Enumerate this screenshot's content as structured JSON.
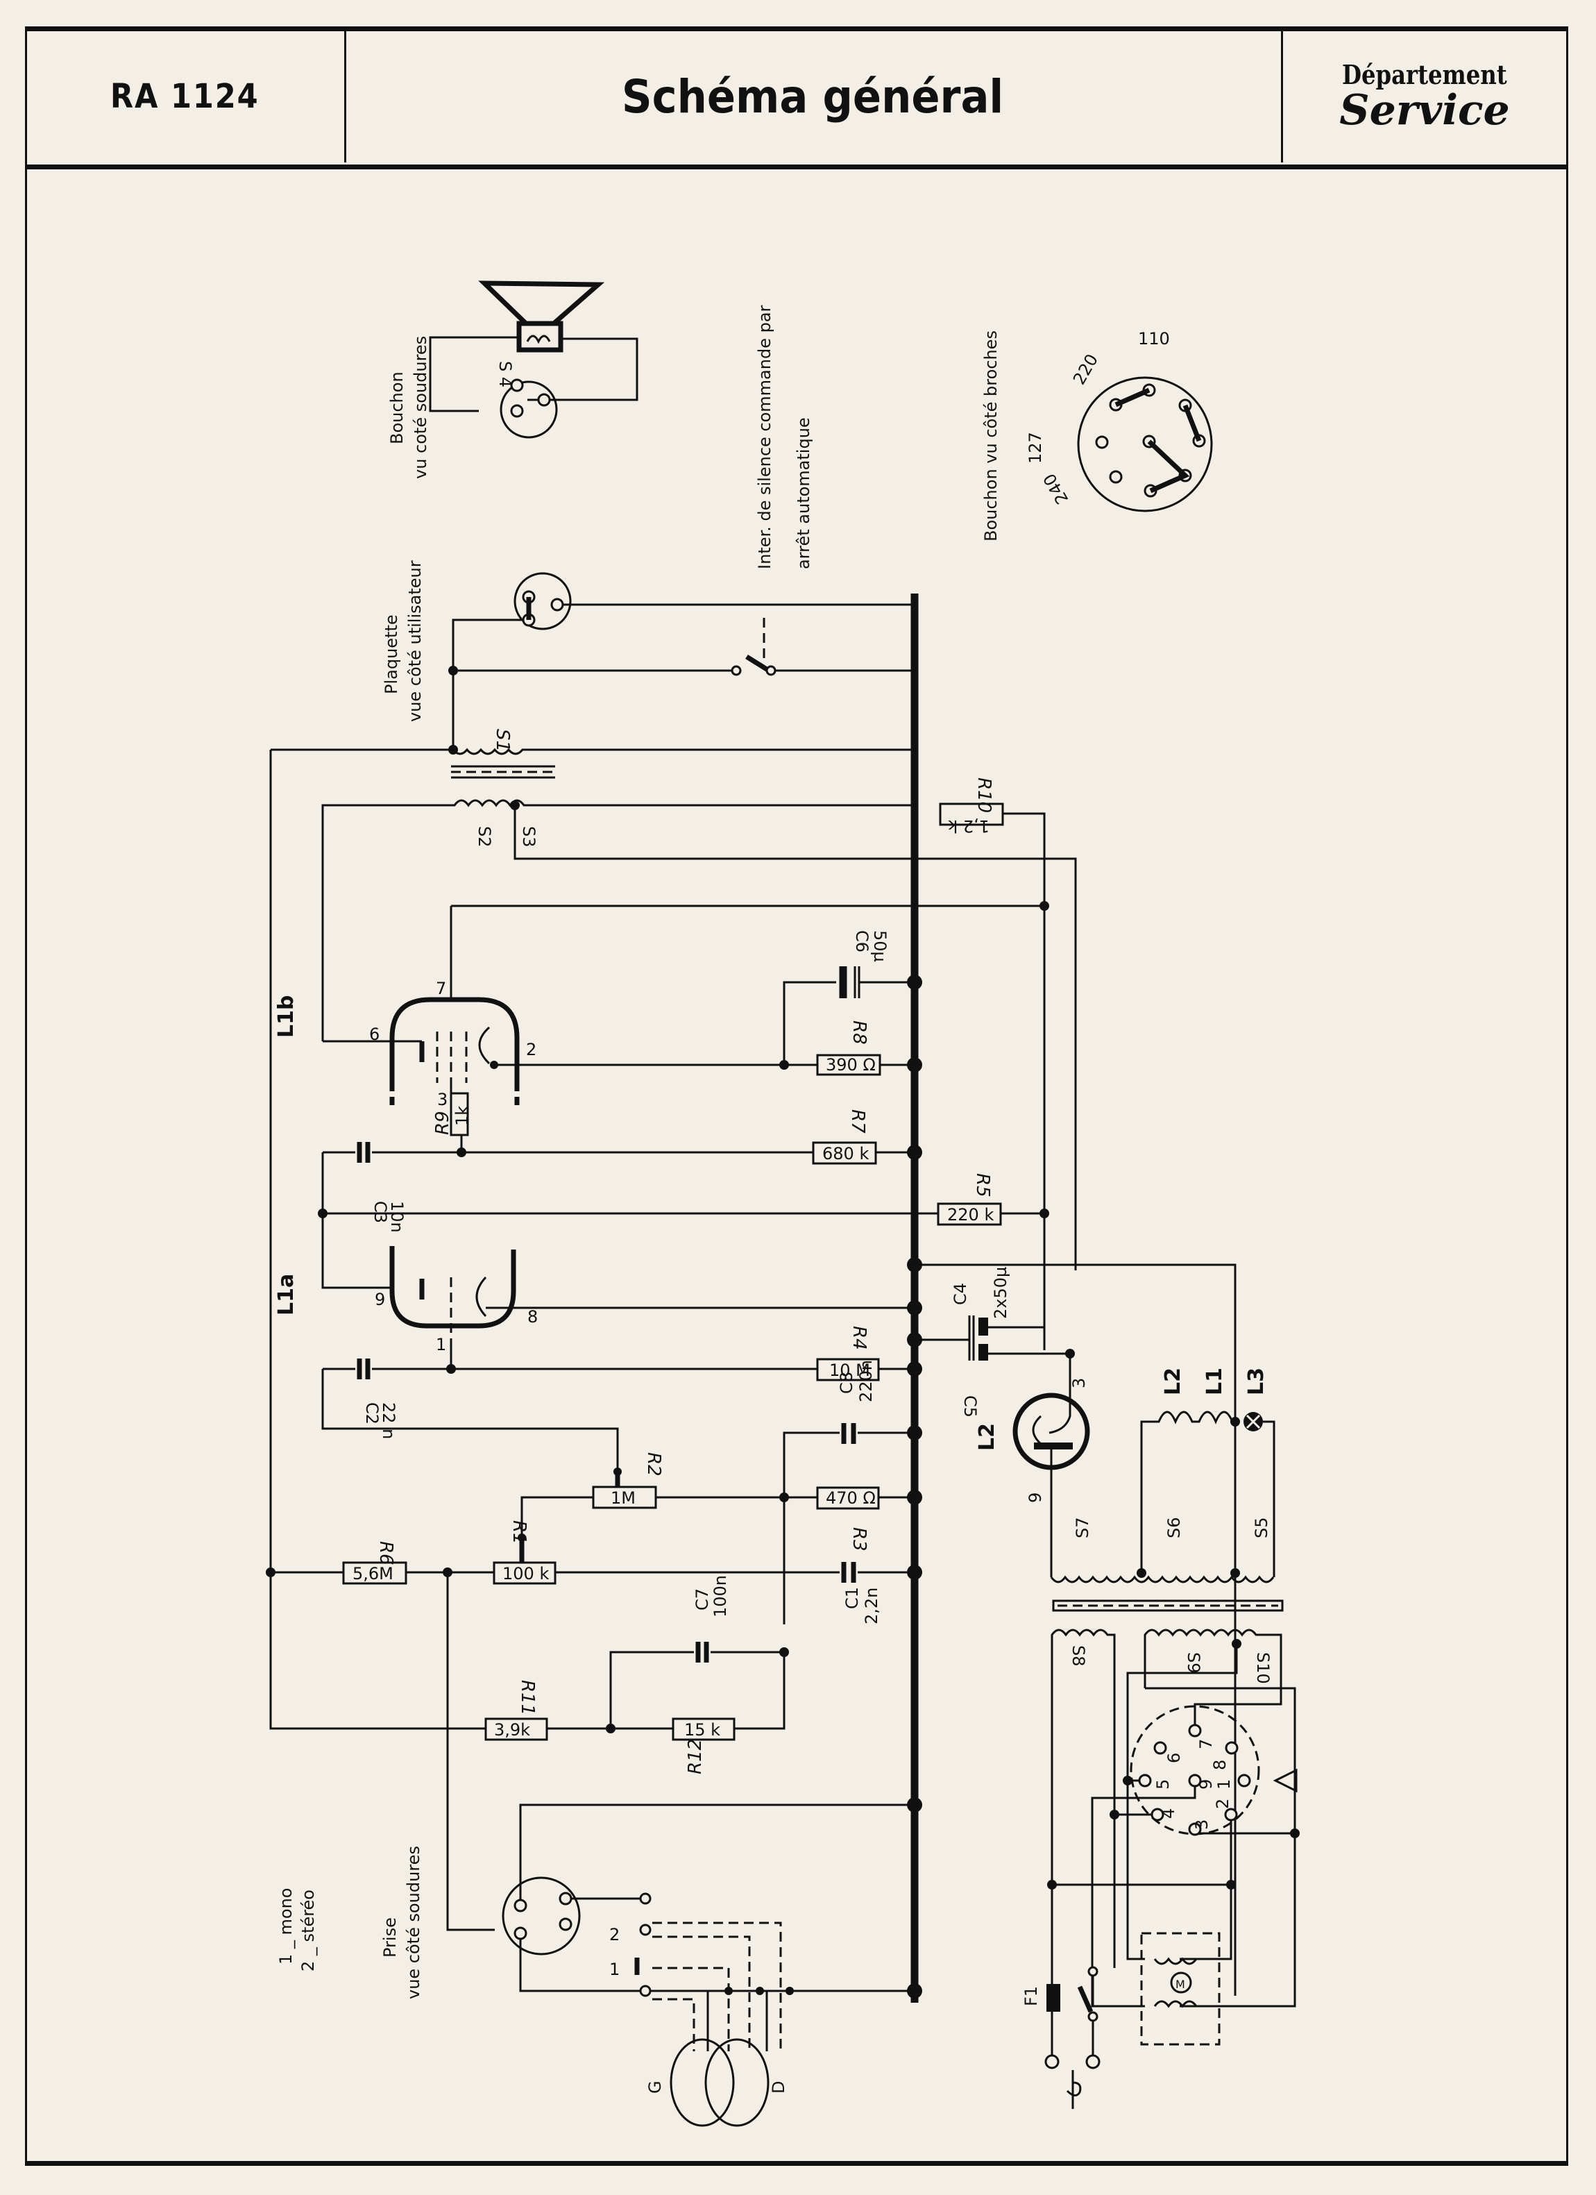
{
  "header": {
    "model": "RA 1124",
    "title": "Schéma général",
    "department_line1": "Département",
    "department_line2": "Service"
  },
  "annotations": {
    "speaker_plug": [
      "Bouchon",
      "vu coté soudures"
    ],
    "speaker_winding": "S 4",
    "output_plate": [
      "Plaquette",
      "vue côté utilisateur"
    ],
    "mute_switch": [
      "Inter. de silence commande par",
      "arrêt automatique"
    ],
    "mains_plug": "Bouchon vu côté broches",
    "input_socket": [
      "Prise",
      "vue côté soudures"
    ],
    "mode_legend": [
      "1 _ mono",
      "2 _ stéréo"
    ],
    "pickup_left": "G",
    "pickup_right": "D",
    "switch_pos_1": "1",
    "switch_pos_2": "2"
  },
  "voltage_selector": {
    "labels": [
      "110",
      "220",
      "127",
      "240"
    ],
    "socket_pins": [
      "1",
      "2",
      "3",
      "4",
      "5",
      "6",
      "7",
      "8",
      "9"
    ]
  },
  "tubes": [
    {
      "ref": "L1b",
      "pins": [
        "6",
        "7",
        "2",
        "3"
      ]
    },
    {
      "ref": "L1a",
      "pins": [
        "9",
        "1",
        "8"
      ]
    },
    {
      "ref": "L2",
      "pins": [
        "3",
        "9"
      ]
    }
  ],
  "lamps_heaters": {
    "labels": [
      "L2",
      "L1",
      "L3"
    ]
  },
  "transformer_windings": [
    "S1",
    "S2",
    "S3",
    "S5",
    "S6",
    "S7",
    "S8",
    "S9",
    "S10"
  ],
  "resistors": [
    {
      "ref": "R1",
      "value": "100 k"
    },
    {
      "ref": "R2",
      "value": "1M"
    },
    {
      "ref": "R3",
      "value": "470 Ω"
    },
    {
      "ref": "R4",
      "value": "10 M"
    },
    {
      "ref": "R5",
      "value": "220 k"
    },
    {
      "ref": "R6",
      "value": "5,6M"
    },
    {
      "ref": "R7",
      "value": "680 k"
    },
    {
      "ref": "R8",
      "value": "390 Ω"
    },
    {
      "ref": "R9",
      "value": "1k"
    },
    {
      "ref": "R10",
      "value": "1,2 k"
    },
    {
      "ref": "R11",
      "value": "3,9k"
    },
    {
      "ref": "R12",
      "value": "15 k"
    }
  ],
  "capacitors": [
    {
      "ref": "C1",
      "value": "2,2n"
    },
    {
      "ref": "C2",
      "value": "22 n"
    },
    {
      "ref": "C3",
      "value": "10n"
    },
    {
      "ref": "C4",
      "value": "2x50µ"
    },
    {
      "ref": "C5",
      "value": ""
    },
    {
      "ref": "C6",
      "value": "50µ"
    },
    {
      "ref": "C7",
      "value": "100n"
    },
    {
      "ref": "C8",
      "value": "220n"
    }
  ],
  "fuse": "F1",
  "motor_symbol": "M"
}
